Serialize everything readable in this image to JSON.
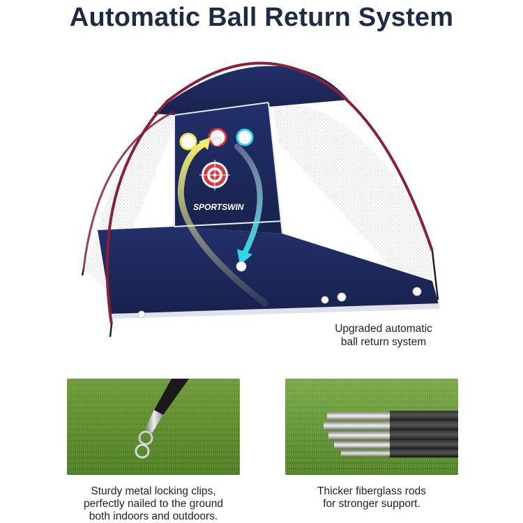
{
  "header": {
    "title": "Automatic Ball Return System"
  },
  "hero": {
    "brand_logo": "SPORTSWIN",
    "caption_line1": "Upgraded automatic",
    "caption_line2": "ball return system"
  },
  "features": [
    {
      "icon": "metal-clip-photo",
      "caption_line1": "Sturdy metal locking clips,",
      "caption_line2": "perfectly nailed to the ground",
      "caption_line3": "both indoors and outdoors."
    },
    {
      "icon": "fiberglass-rods-photo",
      "caption_line1": "Thicker fiberglass rods",
      "caption_line2": "for stronger support."
    }
  ],
  "colors": {
    "title": "#1f2a44",
    "net_navy": "#1d2a5a",
    "frame_red": "#8a1f3c",
    "grass": "#5f8a2e"
  }
}
